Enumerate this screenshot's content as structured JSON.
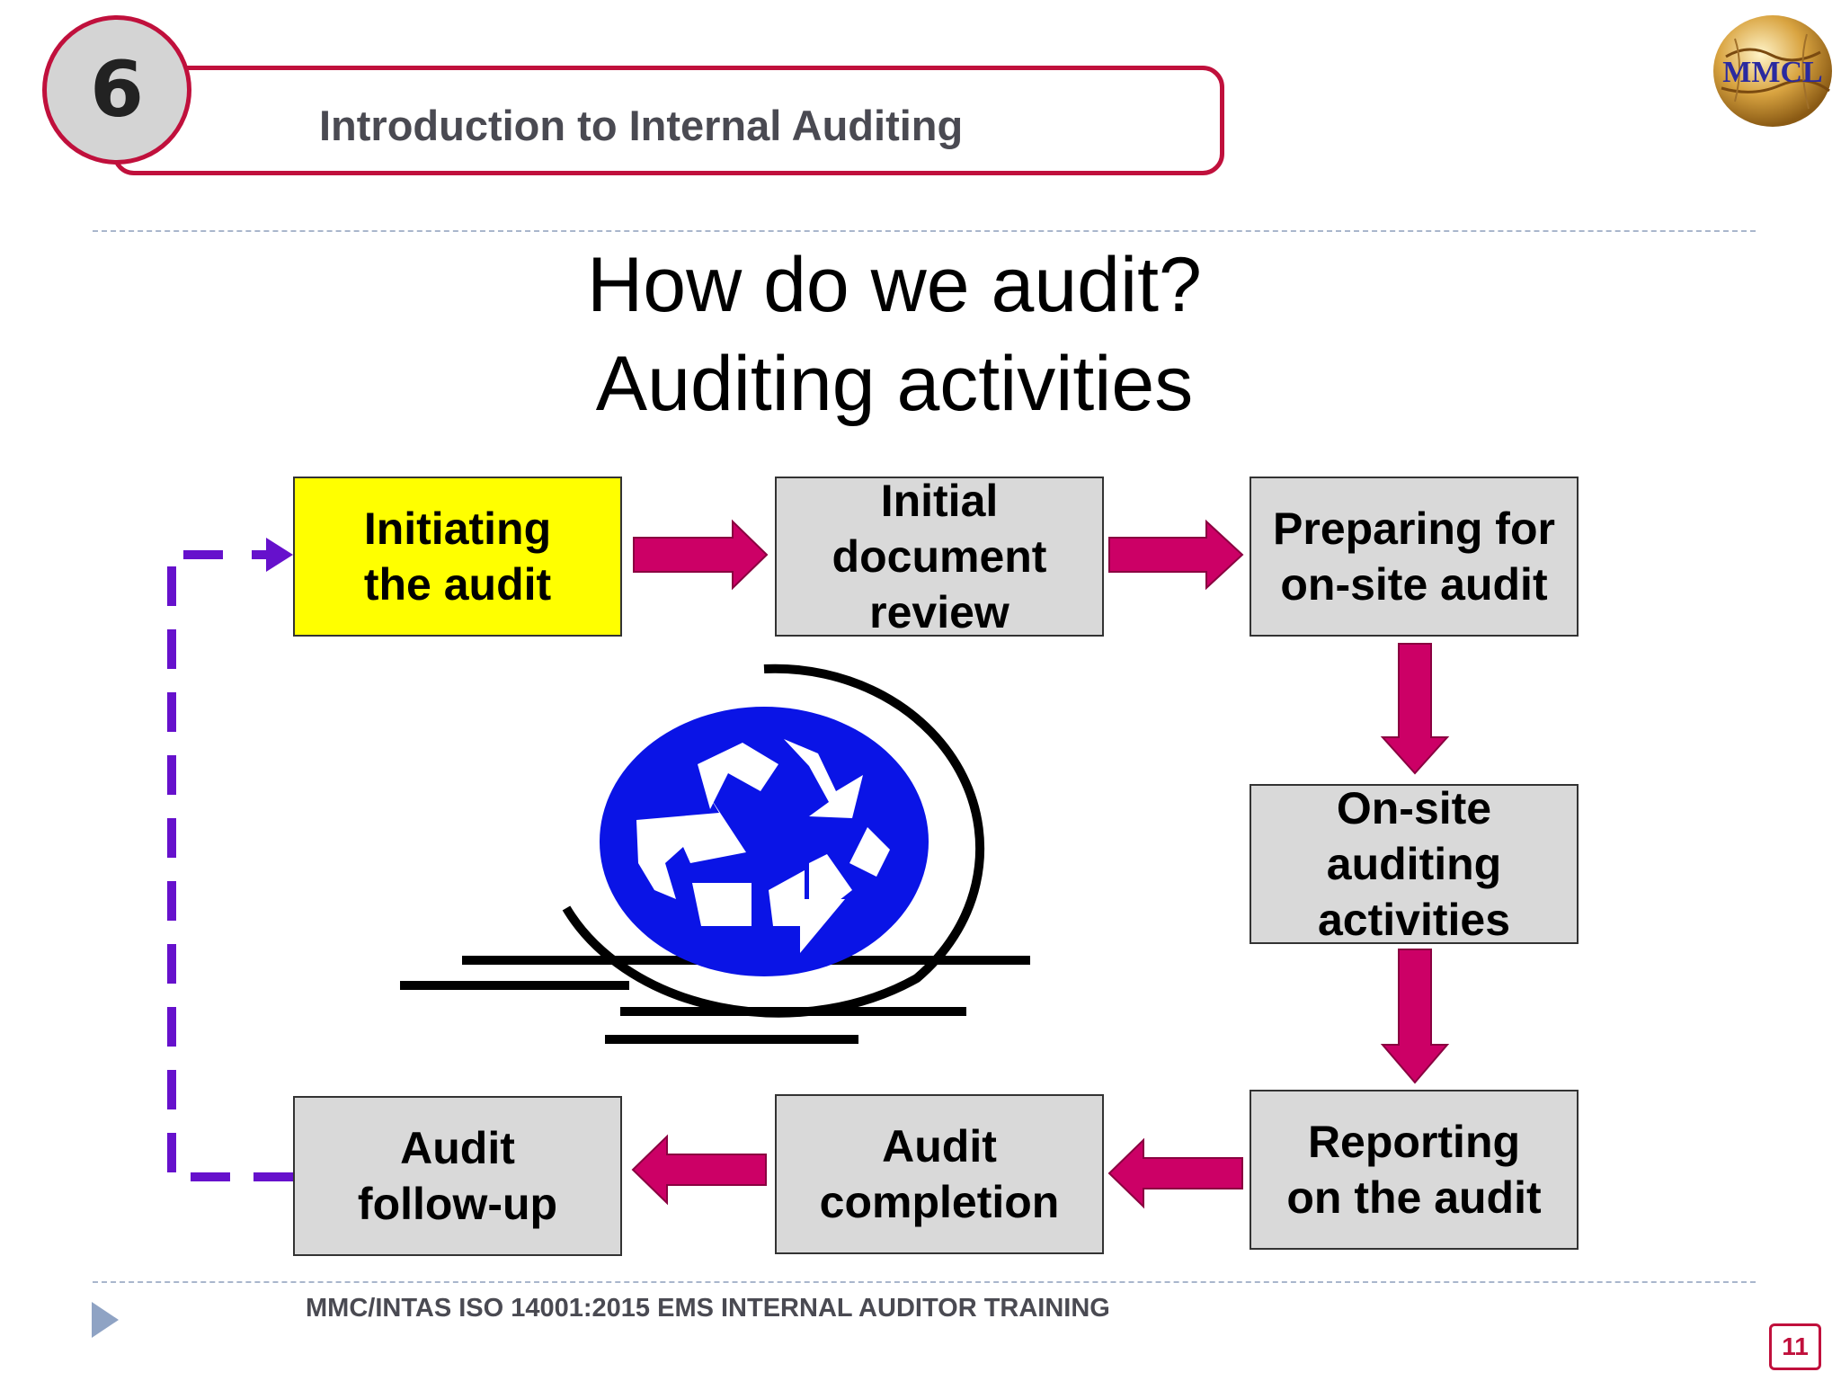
{
  "header": {
    "section_number": "6",
    "title": "Introduction to Internal Auditing",
    "logo_text": "MMCL"
  },
  "slide": {
    "title_line1": "How do we audit?",
    "title_line2": "Auditing activities"
  },
  "process": {
    "steps": [
      {
        "id": "initiating",
        "label": "Initiating\nthe audit",
        "highlighted": true
      },
      {
        "id": "doc-review",
        "label": "Initial\ndocument\nreview",
        "highlighted": false
      },
      {
        "id": "preparing",
        "label": "Preparing for\non-site audit",
        "highlighted": false
      },
      {
        "id": "onsite",
        "label": "On-site\nauditing\nactivities",
        "highlighted": false
      },
      {
        "id": "reporting",
        "label": "Reporting\non the audit",
        "highlighted": false
      },
      {
        "id": "completion",
        "label": "Audit\ncompletion",
        "highlighted": false
      },
      {
        "id": "followup",
        "label": "Audit\nfollow-up",
        "highlighted": false
      }
    ],
    "colors": {
      "highlight": "#ffff00",
      "box": "#d9d9d9",
      "arrow": "#cc0066",
      "feedback": "#6611cc",
      "recycle": "#0a14e6"
    },
    "icon": "recycle-globe-icon"
  },
  "footer": {
    "text": "MMC/INTAS ISO 14001:2015 EMS INTERNAL AUDITOR TRAINING",
    "page_number": "11"
  }
}
